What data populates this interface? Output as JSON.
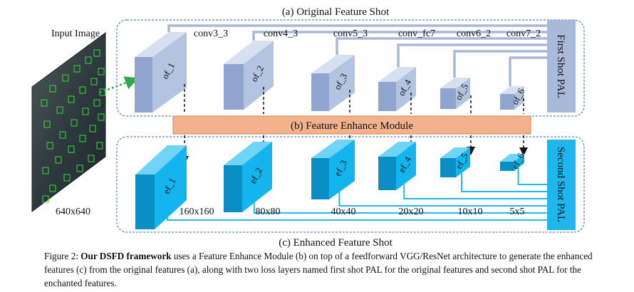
{
  "panel_a_title": "(a) Original Feature Shot",
  "panel_b_title": "(b) Feature Enhance Module",
  "panel_c_title": "(c) Enhanced Feature Shot",
  "input_label": "Input Image",
  "input_size_label": "640x640",
  "first_pal_label": "First Shot PAL",
  "second_pal_label": "Second Shot PAL",
  "layers": [
    "conv3_3",
    "conv4_3",
    "conv5_3",
    "conv_fc7",
    "conv6_2",
    "conv7_2"
  ],
  "original_features": [
    "of_1",
    "of_2",
    "of_3",
    "of_4",
    "of_5",
    "of_6"
  ],
  "enhanced_features": [
    "ef_1",
    "ef_2",
    "ef_3",
    "ef_4",
    "ef_5",
    "ef_6"
  ],
  "resolutions": [
    "160x160",
    "80x80",
    "40x40",
    "20x20",
    "10x10",
    "5x5"
  ],
  "caption": {
    "prefix": "Figure 2: ",
    "bold": "Our DSFD framework",
    "text": " uses a Feature Enhance Module (b) on top of a feedforward VGG/ResNet architecture to generate the enhanced features (c) from the original features (a), along with two loss layers named first shot PAL for the original features and second shot PAL for the enchanted features."
  },
  "colors": {
    "of_front": "#b3c3e0",
    "of_top": "#d6e0f1",
    "of_side": "#8fa5cf",
    "ef_front": "#14b4ee",
    "ef_top": "#6fd4f6",
    "ef_side": "#0b8ec4",
    "fem": "#f3b28b",
    "fem_border": "#c9865f",
    "pal": "#a9b9d9",
    "pal2": "#1eb6ec",
    "panel_border": "#3f6aa6",
    "lines_of": "#a9b9d9",
    "lines_ef": "#25b8ee",
    "face_box": "#33dd33"
  }
}
